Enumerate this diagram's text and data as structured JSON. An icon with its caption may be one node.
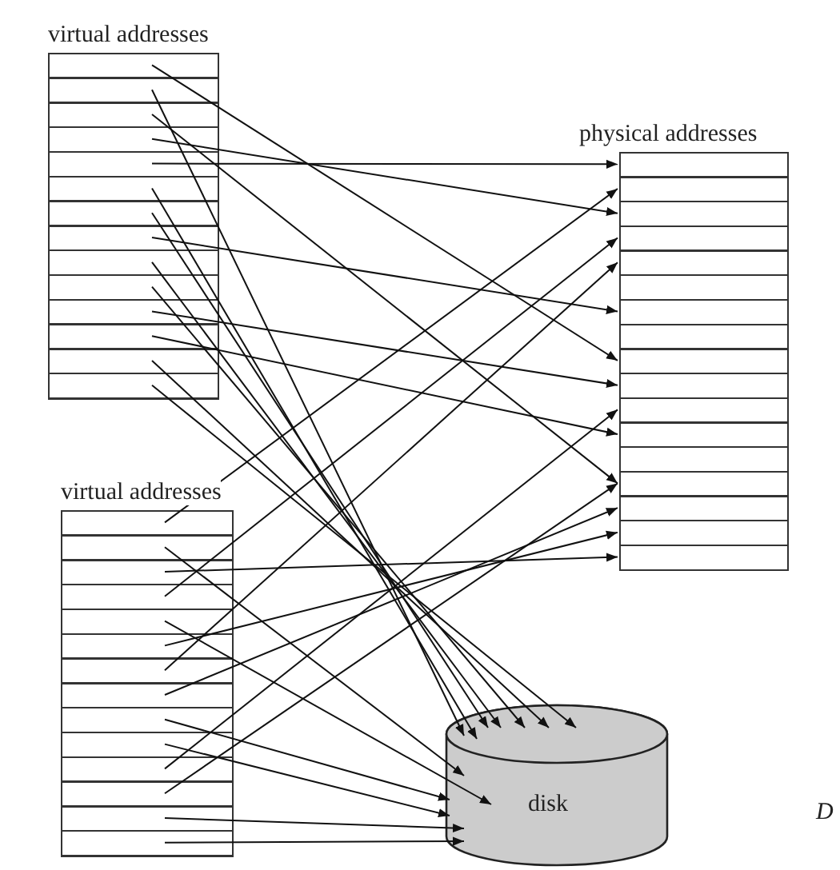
{
  "diagram": {
    "nodes": [
      {
        "text": [
          "virtual addresses"
        ]
      },
      {
        "text": [
          "physical addresses"
        ]
      },
      {
        "text": [
          "virtual addresses"
        ]
      },
      {
        "text": [
          "disk"
        ]
      }
    ],
    "edges": [
      {
        "from": 0,
        "to": 1,
        "arrow": "to"
      },
      {
        "from": 0,
        "to": 3,
        "arrow": "to"
      },
      {
        "from": 0,
        "to": 1,
        "arrow": "to"
      },
      {
        "from": 0,
        "to": 1,
        "arrow": "to"
      },
      {
        "from": 0,
        "to": 1,
        "arrow": "to"
      },
      {
        "from": 0,
        "to": 3,
        "arrow": "to"
      },
      {
        "from": 0,
        "to": 3,
        "arrow": "to"
      },
      {
        "from": 0,
        "to": 1,
        "arrow": "to"
      },
      {
        "from": 0,
        "to": 3,
        "arrow": "to"
      },
      {
        "from": 0,
        "to": 3,
        "arrow": "to"
      },
      {
        "from": 0,
        "to": 1,
        "arrow": "to"
      },
      {
        "from": 0,
        "to": 1,
        "arrow": "to"
      },
      {
        "from": 0,
        "to": 3,
        "arrow": "to"
      },
      {
        "from": 0,
        "to": 3,
        "arrow": "to"
      },
      {
        "from": 2,
        "to": 1,
        "arrow": "to"
      },
      {
        "from": 2,
        "to": 3,
        "arrow": "to"
      },
      {
        "from": 2,
        "to": 1,
        "arrow": "to"
      },
      {
        "from": 2,
        "to": 1,
        "arrow": "to"
      },
      {
        "from": 2,
        "to": 3,
        "arrow": "to"
      },
      {
        "from": 2,
        "to": 1,
        "arrow": "to"
      },
      {
        "from": 2,
        "to": 1,
        "arrow": "to"
      },
      {
        "from": 2,
        "to": 1,
        "arrow": "to"
      },
      {
        "from": 2,
        "to": 3,
        "arrow": "to"
      },
      {
        "from": 2,
        "to": 3,
        "arrow": "to"
      },
      {
        "from": 2,
        "to": 1,
        "arrow": "to"
      },
      {
        "from": 2,
        "to": 1,
        "arrow": "to"
      },
      {
        "from": 2,
        "to": 3,
        "arrow": "to"
      },
      {
        "from": 2,
        "to": 3,
        "arrow": "to"
      }
    ],
    "labels": [
      "D"
    ]
  }
}
